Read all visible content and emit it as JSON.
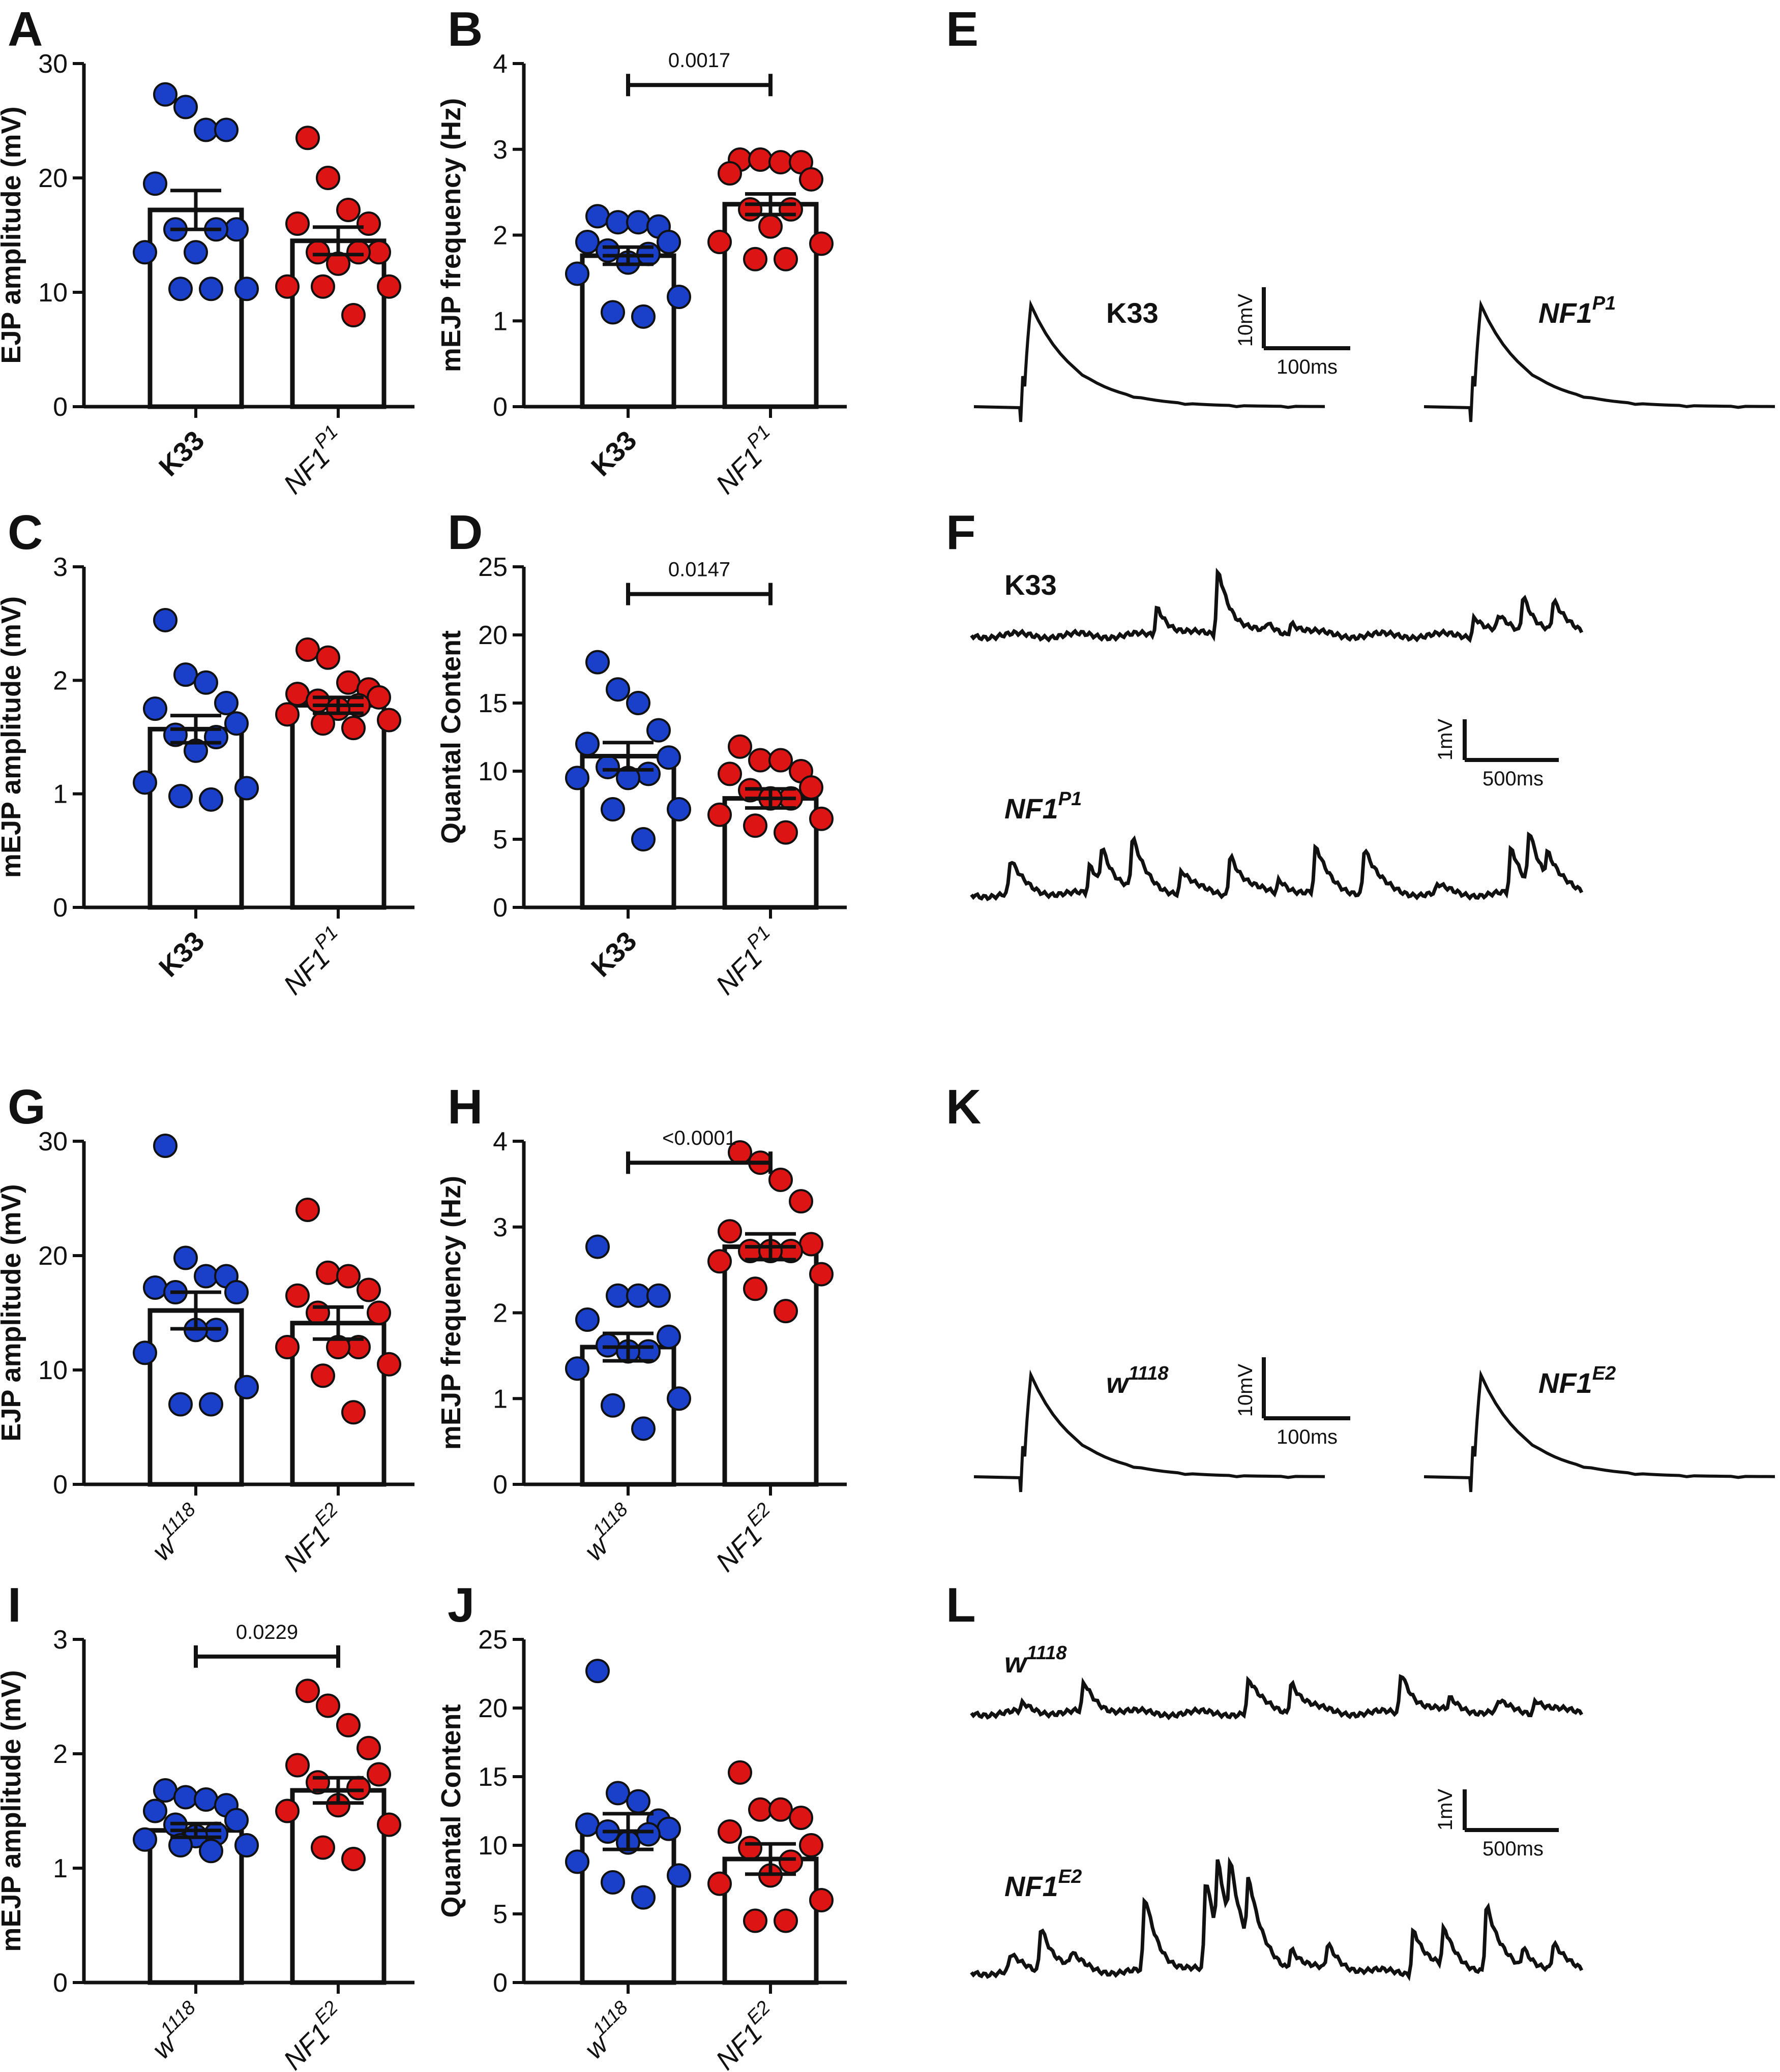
{
  "colors": {
    "control": "#1a3fc8",
    "mutant": "#dd1414",
    "ink": "#111111"
  },
  "chart_data": [
    {
      "panel": "A",
      "type": "bar",
      "ylabel": "EJP amplitude (mV)",
      "ylim": [
        0,
        30
      ],
      "yticks": [
        "0",
        "10",
        "20",
        "30"
      ],
      "categories": [
        {
          "base": "K33",
          "sup": "",
          "style": "bold"
        },
        {
          "base": "NF1",
          "sup": "P1",
          "style": "italic"
        }
      ],
      "means": [
        17.2,
        14.5
      ],
      "sem": [
        1.7,
        1.2
      ],
      "points": [
        [
          27.3,
          26.2,
          24.2,
          24.2,
          19.5,
          15.5,
          15.5,
          15.5,
          13.5,
          13.5,
          10.3,
          10.3,
          10.3
        ],
        [
          23.5,
          20.0,
          17.2,
          16.0,
          16.0,
          13.5,
          13.5,
          13.5,
          12.5,
          10.5,
          10.5,
          10.5,
          8.0
        ]
      ],
      "significance": null
    },
    {
      "panel": "B",
      "type": "bar",
      "ylabel": "mEJP frequency (Hz)",
      "ylim": [
        0,
        4
      ],
      "yticks": [
        "0",
        "1",
        "2",
        "3",
        "4"
      ],
      "categories": [
        {
          "base": "K33",
          "sup": "",
          "style": "bold"
        },
        {
          "base": "NF1",
          "sup": "P1",
          "style": "italic"
        }
      ],
      "means": [
        1.76,
        2.36
      ],
      "sem": [
        0.1,
        0.12
      ],
      "points": [
        [
          2.22,
          2.15,
          2.15,
          2.1,
          1.92,
          1.92,
          1.82,
          1.78,
          1.68,
          1.55,
          1.28,
          1.1,
          1.05
        ],
        [
          2.88,
          2.88,
          2.85,
          2.85,
          2.72,
          2.65,
          2.3,
          2.3,
          2.1,
          1.92,
          1.9,
          1.72,
          1.72
        ]
      ],
      "significance": {
        "label": "0.0017",
        "y": 3.75
      }
    },
    {
      "panel": "C",
      "type": "bar",
      "ylabel": "mEJP amplitude (mV)",
      "ylim": [
        0,
        3
      ],
      "yticks": [
        "0",
        "1",
        "2",
        "3"
      ],
      "categories": [
        {
          "base": "K33",
          "sup": "",
          "style": "bold"
        },
        {
          "base": "NF1",
          "sup": "P1",
          "style": "italic"
        }
      ],
      "means": [
        1.57,
        1.78
      ],
      "sem": [
        0.12,
        0.07
      ],
      "points": [
        [
          2.53,
          2.05,
          1.98,
          1.8,
          1.75,
          1.62,
          1.52,
          1.5,
          1.38,
          1.1,
          1.05,
          0.98,
          0.95
        ],
        [
          2.27,
          2.2,
          1.98,
          1.92,
          1.88,
          1.85,
          1.82,
          1.78,
          1.75,
          1.7,
          1.65,
          1.62,
          1.58
        ]
      ],
      "significance": null
    },
    {
      "panel": "D",
      "type": "bar",
      "ylabel": "Quantal Content",
      "ylim": [
        0,
        25
      ],
      "yticks": [
        "0",
        "5",
        "10",
        "15",
        "20",
        "25"
      ],
      "categories": [
        {
          "base": "K33",
          "sup": "",
          "style": "bold"
        },
        {
          "base": "NF1",
          "sup": "P1",
          "style": "italic"
        }
      ],
      "means": [
        11.1,
        8.0
      ],
      "sem": [
        1.0,
        0.7
      ],
      "points": [
        [
          18.0,
          16.0,
          15.0,
          13.0,
          12.0,
          11.0,
          10.3,
          9.8,
          9.5,
          9.5,
          7.2,
          7.2,
          5.0
        ],
        [
          11.8,
          10.8,
          10.8,
          10.0,
          9.8,
          8.8,
          8.6,
          8.0,
          8.0,
          6.8,
          6.5,
          6.0,
          5.5
        ]
      ],
      "significance": {
        "label": "0.0147",
        "y": 23.0
      }
    },
    {
      "panel": "G",
      "type": "bar",
      "ylabel": "EJP amplitude (mV)",
      "ylim": [
        0,
        30
      ],
      "yticks": [
        "0",
        "10",
        "20",
        "30"
      ],
      "categories": [
        {
          "base": "w",
          "sup": "1118",
          "style": "italic"
        },
        {
          "base": "NF1",
          "sup": "E2",
          "style": "italic"
        }
      ],
      "means": [
        15.2,
        14.1
      ],
      "sem": [
        1.6,
        1.4
      ],
      "points": [
        [
          29.6,
          19.8,
          18.2,
          18.2,
          17.2,
          16.8,
          16.8,
          13.5,
          13.5,
          11.5,
          8.5,
          7.0,
          7.0
        ],
        [
          24.0,
          18.5,
          18.2,
          17.0,
          16.5,
          15.0,
          15.0,
          12.0,
          12.0,
          12.0,
          10.5,
          9.5,
          6.3
        ]
      ],
      "significance": null
    },
    {
      "panel": "H",
      "type": "bar",
      "ylabel": "mEJP frequency (Hz)",
      "ylim": [
        0,
        4
      ],
      "yticks": [
        "0",
        "1",
        "2",
        "3",
        "4"
      ],
      "categories": [
        {
          "base": "w",
          "sup": "1118",
          "style": "italic"
        },
        {
          "base": "NF1",
          "sup": "E2",
          "style": "italic"
        }
      ],
      "means": [
        1.6,
        2.77
      ],
      "sem": [
        0.16,
        0.15
      ],
      "points": [
        [
          2.77,
          2.2,
          2.2,
          2.2,
          1.92,
          1.72,
          1.62,
          1.55,
          1.55,
          1.35,
          1.0,
          0.92,
          0.65
        ],
        [
          3.87,
          3.75,
          3.55,
          3.3,
          2.95,
          2.8,
          2.72,
          2.72,
          2.72,
          2.6,
          2.45,
          2.28,
          2.02
        ]
      ],
      "significance": {
        "label": "<0.0001",
        "y": 3.75
      }
    },
    {
      "panel": "I",
      "type": "bar",
      "ylabel": "mEJP amplitude (mV)",
      "ylim": [
        0,
        3
      ],
      "yticks": [
        "0",
        "1",
        "2",
        "3"
      ],
      "categories": [
        {
          "base": "w",
          "sup": "1118",
          "style": "italic"
        },
        {
          "base": "NF1",
          "sup": "E2",
          "style": "italic"
        }
      ],
      "means": [
        1.33,
        1.68
      ],
      "sem": [
        0.06,
        0.11
      ],
      "points": [
        [
          1.68,
          1.62,
          1.6,
          1.55,
          1.5,
          1.42,
          1.38,
          1.3,
          1.28,
          1.25,
          1.2,
          1.2,
          1.15
        ],
        [
          2.55,
          2.42,
          2.25,
          2.05,
          1.9,
          1.82,
          1.75,
          1.7,
          1.55,
          1.5,
          1.38,
          1.18,
          1.08
        ]
      ],
      "significance": {
        "label": "0.0229",
        "y": 2.85
      }
    },
    {
      "panel": "J",
      "type": "bar",
      "ylabel": "Quantal Content",
      "ylim": [
        0,
        25
      ],
      "yticks": [
        "0",
        "5",
        "10",
        "15",
        "20",
        "25"
      ],
      "categories": [
        {
          "base": "w",
          "sup": "1118",
          "style": "italic"
        },
        {
          "base": "NF1",
          "sup": "E2",
          "style": "italic"
        }
      ],
      "means": [
        11.0,
        9.0
      ],
      "sem": [
        1.3,
        1.1
      ],
      "points": [
        [
          22.7,
          13.8,
          13.2,
          11.8,
          11.5,
          11.2,
          11.0,
          10.8,
          10.2,
          8.8,
          7.8,
          7.3,
          6.2
        ],
        [
          15.3,
          12.6,
          12.6,
          12.0,
          11.0,
          10.0,
          9.8,
          8.8,
          7.8,
          7.2,
          6.0,
          4.5,
          4.5
        ]
      ],
      "significance": null
    }
  ],
  "traces": {
    "E": {
      "letter": "E",
      "left": {
        "base": "K33",
        "sup": "",
        "style": "bold"
      },
      "right": {
        "base": "NF1",
        "sup": "P1",
        "style": "italic"
      },
      "scale_y": "10mV",
      "scale_x": "100ms"
    },
    "F": {
      "letter": "F",
      "top": {
        "base": "K33",
        "sup": "",
        "style": "bold"
      },
      "bottom": {
        "base": "NF1",
        "sup": "P1",
        "style": "italic"
      },
      "scale_y": "1mV",
      "scale_x": "500ms"
    },
    "K": {
      "letter": "K",
      "left": {
        "base": "w",
        "sup": "1118",
        "style": "italic"
      },
      "right": {
        "base": "NF1",
        "sup": "E2",
        "style": "italic"
      },
      "scale_y": "10mV",
      "scale_x": "100ms"
    },
    "L": {
      "letter": "L",
      "top": {
        "base": "w",
        "sup": "1118",
        "style": "italic"
      },
      "bottom": {
        "base": "NF1",
        "sup": "E2",
        "style": "italic"
      },
      "scale_y": "1mV",
      "scale_x": "500ms"
    }
  }
}
